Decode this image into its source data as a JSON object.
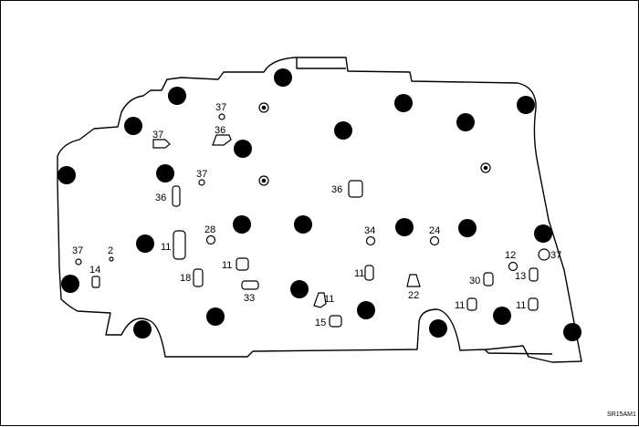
{
  "labels": {
    "l37a": "37",
    "l37b": "37",
    "l37c": "37",
    "l37d": "37",
    "l37e": "37",
    "l36a": "36",
    "l36b": "36",
    "l36c": "36",
    "l28": "28",
    "l34": "34",
    "l24": "24",
    "l12": "12",
    "l2": "2",
    "l14": "14",
    "l18": "18",
    "l33": "33",
    "l15": "15",
    "l22": "22",
    "l30": "30",
    "l13": "13",
    "l11a": "11",
    "l11b": "11",
    "l11c": "11",
    "l11d": "11",
    "l11e": "11",
    "l11f": "11"
  },
  "figure_code": "SR15AM1"
}
